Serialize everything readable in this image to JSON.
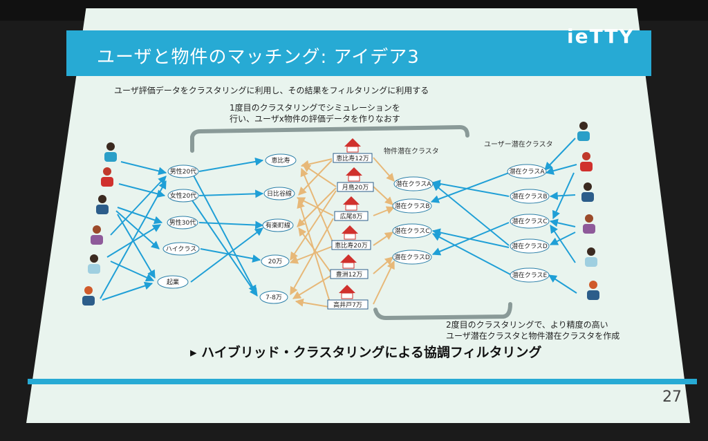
{
  "slide": {
    "title": "ユーザと物件のマッチング: アイデア3",
    "logo": "ieTTY",
    "subtitle": "ユーザ評価データをクラスタリングに利用し、その結果をフィルタリングに利用する",
    "note_top_1": "1度目のクラスタリングでシミュレーションを",
    "note_top_2": "行い、ユーザx物件の評価データを作りなおす",
    "property_cluster_label": "物件潜在クラスタ",
    "user_cluster_label": "ユーザー潜在クラスタ",
    "note_bottom_1": "2度目のクラスタリングで、より精度の高い",
    "note_bottom_2": "ユーザ潜在クラスタと物件潜在クラスタを作成",
    "conclusion": "▸ ハイブリッド・クラスタリングによる協調フィルタリング",
    "page_number": "27"
  },
  "attributes": [
    "男性20代",
    "女性20代",
    "男性30代",
    "ハイクラス",
    "起業"
  ],
  "features": [
    "恵比寿",
    "日比谷線",
    "有楽町線",
    "20万",
    "7-8万"
  ],
  "properties": [
    "恵比寿12万",
    "月島20万",
    "広尾8万",
    "恵比寿20万",
    "豊洲12万",
    "高井戸7万"
  ],
  "property_clusters": [
    "潜在クラスA",
    "潜在クラスB",
    "潜在クラスC",
    "潜在クラスD"
  ],
  "user_clusters": [
    "潜在クラスA",
    "潜在クラスB",
    "潜在クラスC",
    "潜在クラスD",
    "潜在クラスE"
  ],
  "colors": {
    "header": "#27aad4",
    "arrow_blue": "#1f9fd6",
    "arrow_orange": "#e7b878",
    "screen_bg": "#e9f4ee"
  }
}
